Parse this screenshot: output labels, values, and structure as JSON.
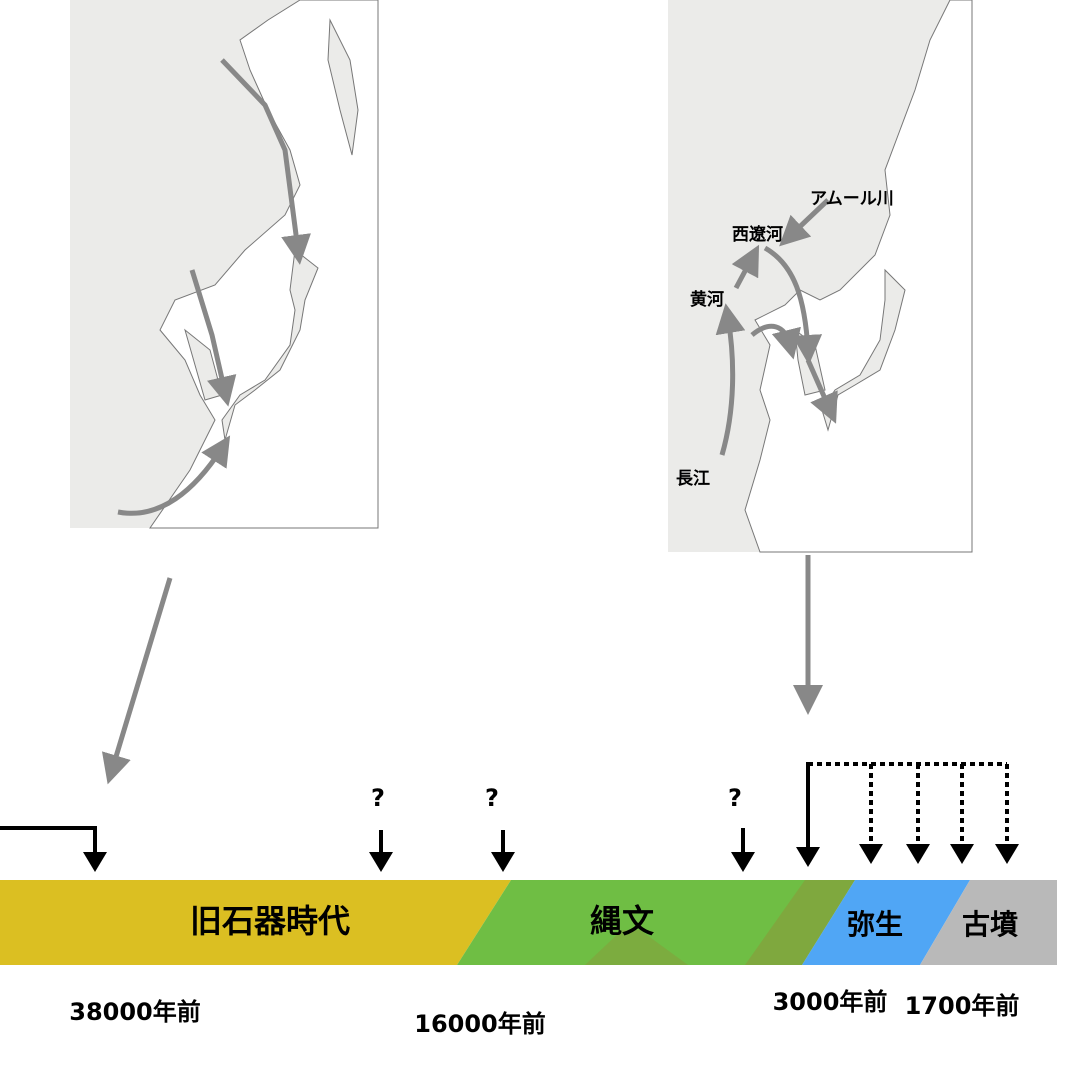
{
  "map_right_labels": {
    "amur": "アムール川",
    "liao": "西遼河",
    "yellow_river": "黄河",
    "yangtze": "長江"
  },
  "periods": [
    {
      "label": "旧石器時代",
      "color": "#dbbf22"
    },
    {
      "label": "縄文",
      "color": "#6fbe44"
    },
    {
      "label": "弥生",
      "color": "#50a6f5"
    },
    {
      "label": "古墳",
      "color": "#b9b9b9"
    }
  ],
  "dates": [
    "38000年前",
    "16000年前",
    "3000年前",
    "1700年前"
  ],
  "question_marks": [
    "?",
    "?",
    "?"
  ],
  "colors": {
    "land": "#ebebe9",
    "arrow": "#888888",
    "coast": "#777777"
  }
}
